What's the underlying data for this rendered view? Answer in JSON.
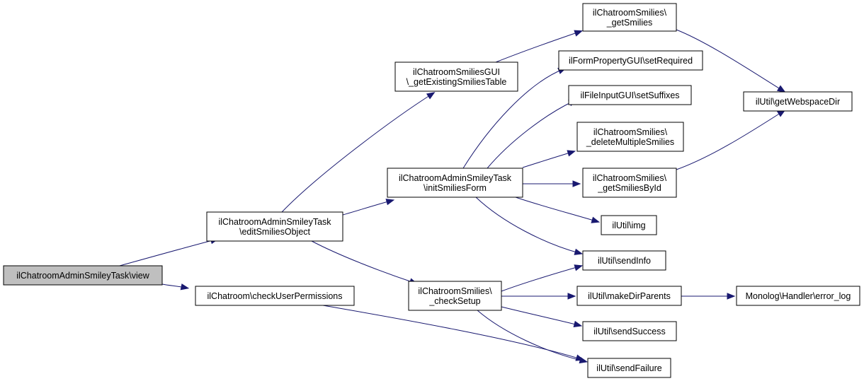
{
  "colors": {
    "edge": "#191970",
    "node_fill": "#ffffff",
    "root_fill": "#bfbfbf",
    "border": "#000000"
  },
  "nodes": {
    "view": {
      "lines": [
        "ilChatroomAdminSmileyTask\\view"
      ]
    },
    "editSmiliesObject": {
      "lines": [
        "ilChatroomAdminSmileyTask",
        "\\editSmiliesObject"
      ]
    },
    "checkUserPermissions": {
      "lines": [
        "ilChatroom\\checkUserPermissions"
      ]
    },
    "getExistingSmiliesTable": {
      "lines": [
        "ilChatroomSmiliesGUI",
        "\\_getExistingSmiliesTable"
      ]
    },
    "initSmiliesForm": {
      "lines": [
        "ilChatroomAdminSmileyTask",
        "\\initSmiliesForm"
      ]
    },
    "checkSetup": {
      "lines": [
        "ilChatroomSmilies\\",
        "_checkSetup"
      ]
    },
    "getSmilies": {
      "lines": [
        "ilChatroomSmilies\\",
        "_getSmilies"
      ]
    },
    "setRequired": {
      "lines": [
        "ilFormPropertyGUI\\setRequired"
      ]
    },
    "setSuffixes": {
      "lines": [
        "ilFileInputGUI\\setSuffixes"
      ]
    },
    "deleteMultipleSmilies": {
      "lines": [
        "ilChatroomSmilies\\",
        "_deleteMultipleSmilies"
      ]
    },
    "getSmiliesById": {
      "lines": [
        "ilChatroomSmilies\\",
        "_getSmiliesById"
      ]
    },
    "img": {
      "lines": [
        "ilUtil\\img"
      ]
    },
    "sendInfo": {
      "lines": [
        "ilUtil\\sendInfo"
      ]
    },
    "makeDirParents": {
      "lines": [
        "ilUtil\\makeDirParents"
      ]
    },
    "sendSuccess": {
      "lines": [
        "ilUtil\\sendSuccess"
      ]
    },
    "sendFailure": {
      "lines": [
        "ilUtil\\sendFailure"
      ]
    },
    "getWebspaceDir": {
      "lines": [
        "ilUtil\\getWebspaceDir"
      ]
    },
    "error_log": {
      "lines": [
        "Monolog\\Handler\\error_log"
      ]
    }
  },
  "edges": [
    {
      "from": "view",
      "to": "editSmiliesObject"
    },
    {
      "from": "view",
      "to": "checkUserPermissions"
    },
    {
      "from": "editSmiliesObject",
      "to": "getExistingSmiliesTable"
    },
    {
      "from": "editSmiliesObject",
      "to": "initSmiliesForm"
    },
    {
      "from": "editSmiliesObject",
      "to": "checkSetup"
    },
    {
      "from": "checkUserPermissions",
      "to": "sendFailure"
    },
    {
      "from": "getExistingSmiliesTable",
      "to": "getSmilies"
    },
    {
      "from": "initSmiliesForm",
      "to": "setRequired"
    },
    {
      "from": "initSmiliesForm",
      "to": "setSuffixes"
    },
    {
      "from": "initSmiliesForm",
      "to": "deleteMultipleSmilies"
    },
    {
      "from": "initSmiliesForm",
      "to": "getSmiliesById"
    },
    {
      "from": "initSmiliesForm",
      "to": "img"
    },
    {
      "from": "initSmiliesForm",
      "to": "sendInfo"
    },
    {
      "from": "checkSetup",
      "to": "sendInfo"
    },
    {
      "from": "checkSetup",
      "to": "makeDirParents"
    },
    {
      "from": "checkSetup",
      "to": "sendSuccess"
    },
    {
      "from": "checkSetup",
      "to": "sendFailure"
    },
    {
      "from": "getSmilies",
      "to": "getWebspaceDir"
    },
    {
      "from": "getSmiliesById",
      "to": "getWebspaceDir"
    },
    {
      "from": "makeDirParents",
      "to": "error_log"
    }
  ]
}
